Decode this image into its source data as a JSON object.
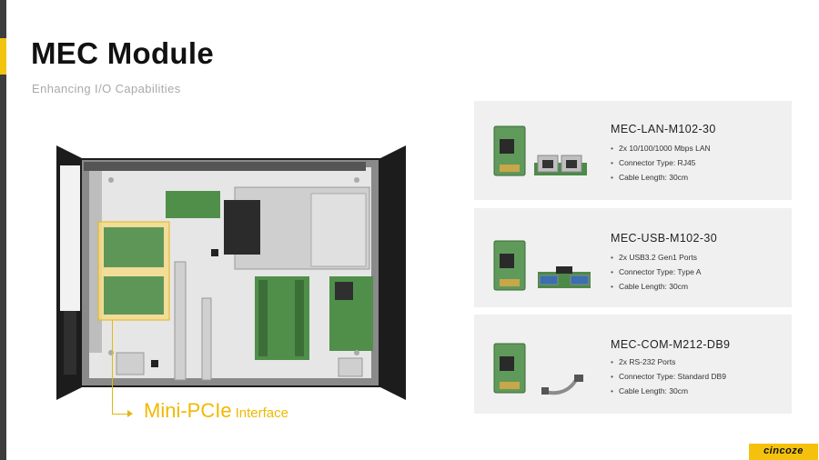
{
  "slide": {
    "title": "MEC Module",
    "subtitle": "Enhancing I/O Capabilities"
  },
  "callout": {
    "main": "Mini-PCIe",
    "sub": "Interface"
  },
  "modules": [
    {
      "name": "MEC-LAN-M102-30",
      "specs": [
        "2x 10/100/1000 Mbps LAN",
        "Connector Type: RJ45",
        "Cable Length: 30cm"
      ]
    },
    {
      "name": "MEC-USB-M102-30",
      "specs": [
        "2x USB3.2 Gen1 Ports",
        "Connector Type: Type A",
        "Cable Length: 30cm"
      ]
    },
    {
      "name": "MEC-COM-M212-DB9",
      "specs": [
        "2x RS-232 Ports",
        "Connector Type: Standard DB9",
        "Cable Length: 30cm"
      ]
    }
  ],
  "brand": {
    "logo": "cincoze"
  },
  "colors": {
    "accent": "#f2c40f",
    "card_bg": "#f0f0f0",
    "pcb_green": "#4f8f4a"
  }
}
